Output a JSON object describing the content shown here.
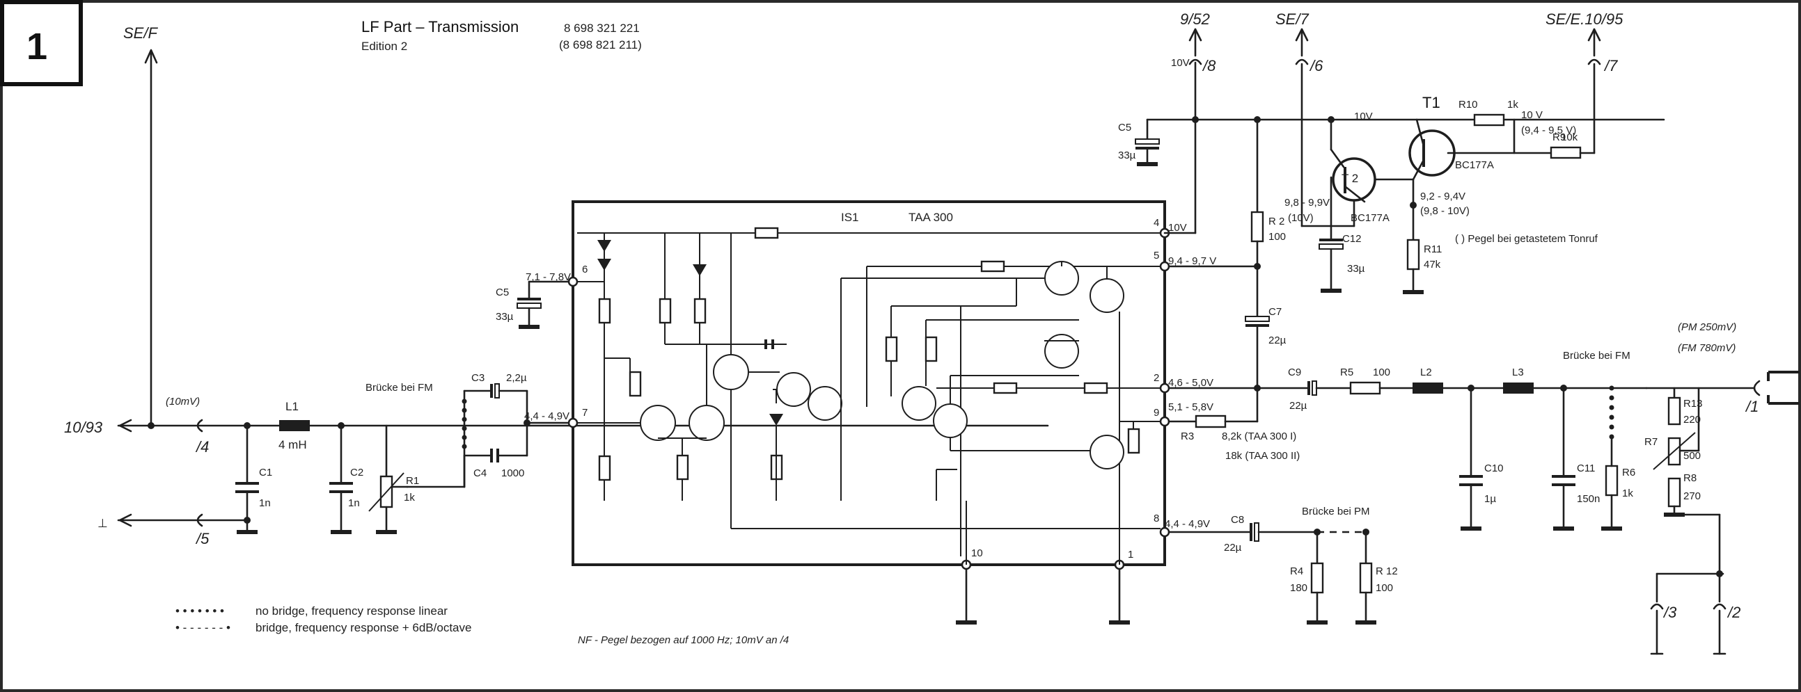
{
  "page_number": "1",
  "title": "LF Part – Transmission",
  "part_numbers": [
    "8 698 321 221",
    "(8 698 821 211)"
  ],
  "edition": "Edition   2",
  "ic": {
    "ref": "IS1",
    "type": "TAA 300"
  },
  "top_refs": {
    "se_f": "SE/F",
    "r952": "9/52",
    "se7": "SE/7",
    "se_e": "SE/E.10/95"
  },
  "port_refs": {
    "p4": "/4",
    "p5": "/5",
    "p8": "/8",
    "p6": "/6",
    "p7": "/7",
    "p1": "/1",
    "p3": "/3",
    "p2": "/2"
  },
  "signals": {
    "in_ref": "10/93",
    "in_level": "(10mV)",
    "pm_level": "(PM 250mV)",
    "fm_level": "(FM 780mV)",
    "ground": "⊥"
  },
  "components": {
    "l1": "L1",
    "l1_val": "4 mH",
    "c1": "C1",
    "c1_val": "1n",
    "c2": "C2",
    "c2_val": "1n",
    "r1": "R1",
    "r1_val": "1k",
    "bruecke_fm": "Brücke bei FM",
    "c3": "C3",
    "c3_val": "2,2µ",
    "c4": "C4",
    "c4_val": "1000",
    "c5": "C5",
    "c5_val": "33µ",
    "c5b": "C5",
    "c5b_val": "33µ",
    "c7": "C7",
    "c7_val": "22µ",
    "c12": "C12",
    "c12_val": "33µ",
    "r2": "R 2",
    "r2_val": "100",
    "r11": "R11",
    "r11_val": "47k",
    "t1": "T1",
    "t1_type": "BC177A",
    "t2": "T 2",
    "t2_type": "BC177A",
    "r10": "R10",
    "r10_val": "1k",
    "r9": "R9",
    "r9_val": "10k",
    "c9": "C9",
    "c9_val": "22µ",
    "r5": "R5",
    "r5_val": "100",
    "l2": "L2",
    "l3": "L3",
    "r3": "R3",
    "r3_val1": "8,2k  (TAA 300 I)",
    "r3_val2": "18k   (TAA 300 II)",
    "c8": "C8",
    "c8_val": "22µ",
    "bruecke_pm": "Brücke bei PM",
    "r4": "R4",
    "r4_val": "180",
    "r12": "R 12",
    "r12_val": "100",
    "c10": "C10",
    "c10_val": "1µ",
    "c11": "C11",
    "c11_val": "150n",
    "r6": "R6",
    "r6_val": "1k",
    "bruecke_fm2": "Brücke bei FM",
    "r13": "R13",
    "r13_val": "220",
    "r7": "R7",
    "r7_val": "500",
    "r8": "R8",
    "r8_val": "270"
  },
  "voltages": {
    "v_top8": "10V",
    "v_ic4": "10V",
    "v_ic5": "9,4 - 9,7 V",
    "v_ic6": "7,1 - 7,8V",
    "v_ic7": "4,4 - 4,9V",
    "v_ic2": "4,6 - 5,0V",
    "v_ic9": "5,1 - 5,8V",
    "v_ic8": "4,4 - 4,9V",
    "v_t2": "9,8 - 9,9V",
    "v_t2b": "(10V)",
    "v_t1c": "9,2 - 9,4V",
    "v_t1cb": "(9,8 - 10V)",
    "v_rail": "10V",
    "v_r10": "10 V",
    "v_r10b": "(9,4 - 9,5 V)"
  },
  "pins": {
    "p4": "4",
    "p5": "5",
    "p6": "6",
    "p7": "7",
    "p2": "2",
    "p9": "9",
    "p8": "8",
    "p10": "10",
    "p1": "1"
  },
  "notes": {
    "pegel": "( ) Pegel bei getastetem Tonruf",
    "nf": "NF - Pegel bezogen auf 1000 Hz; 10mV an /4"
  },
  "legend": [
    {
      "marker": "• • • • • • •",
      "text": "no bridge, frequency response linear"
    },
    {
      "marker": "• - - - - - - •",
      "text": "bridge, frequency response + 6dB/octave"
    }
  ]
}
